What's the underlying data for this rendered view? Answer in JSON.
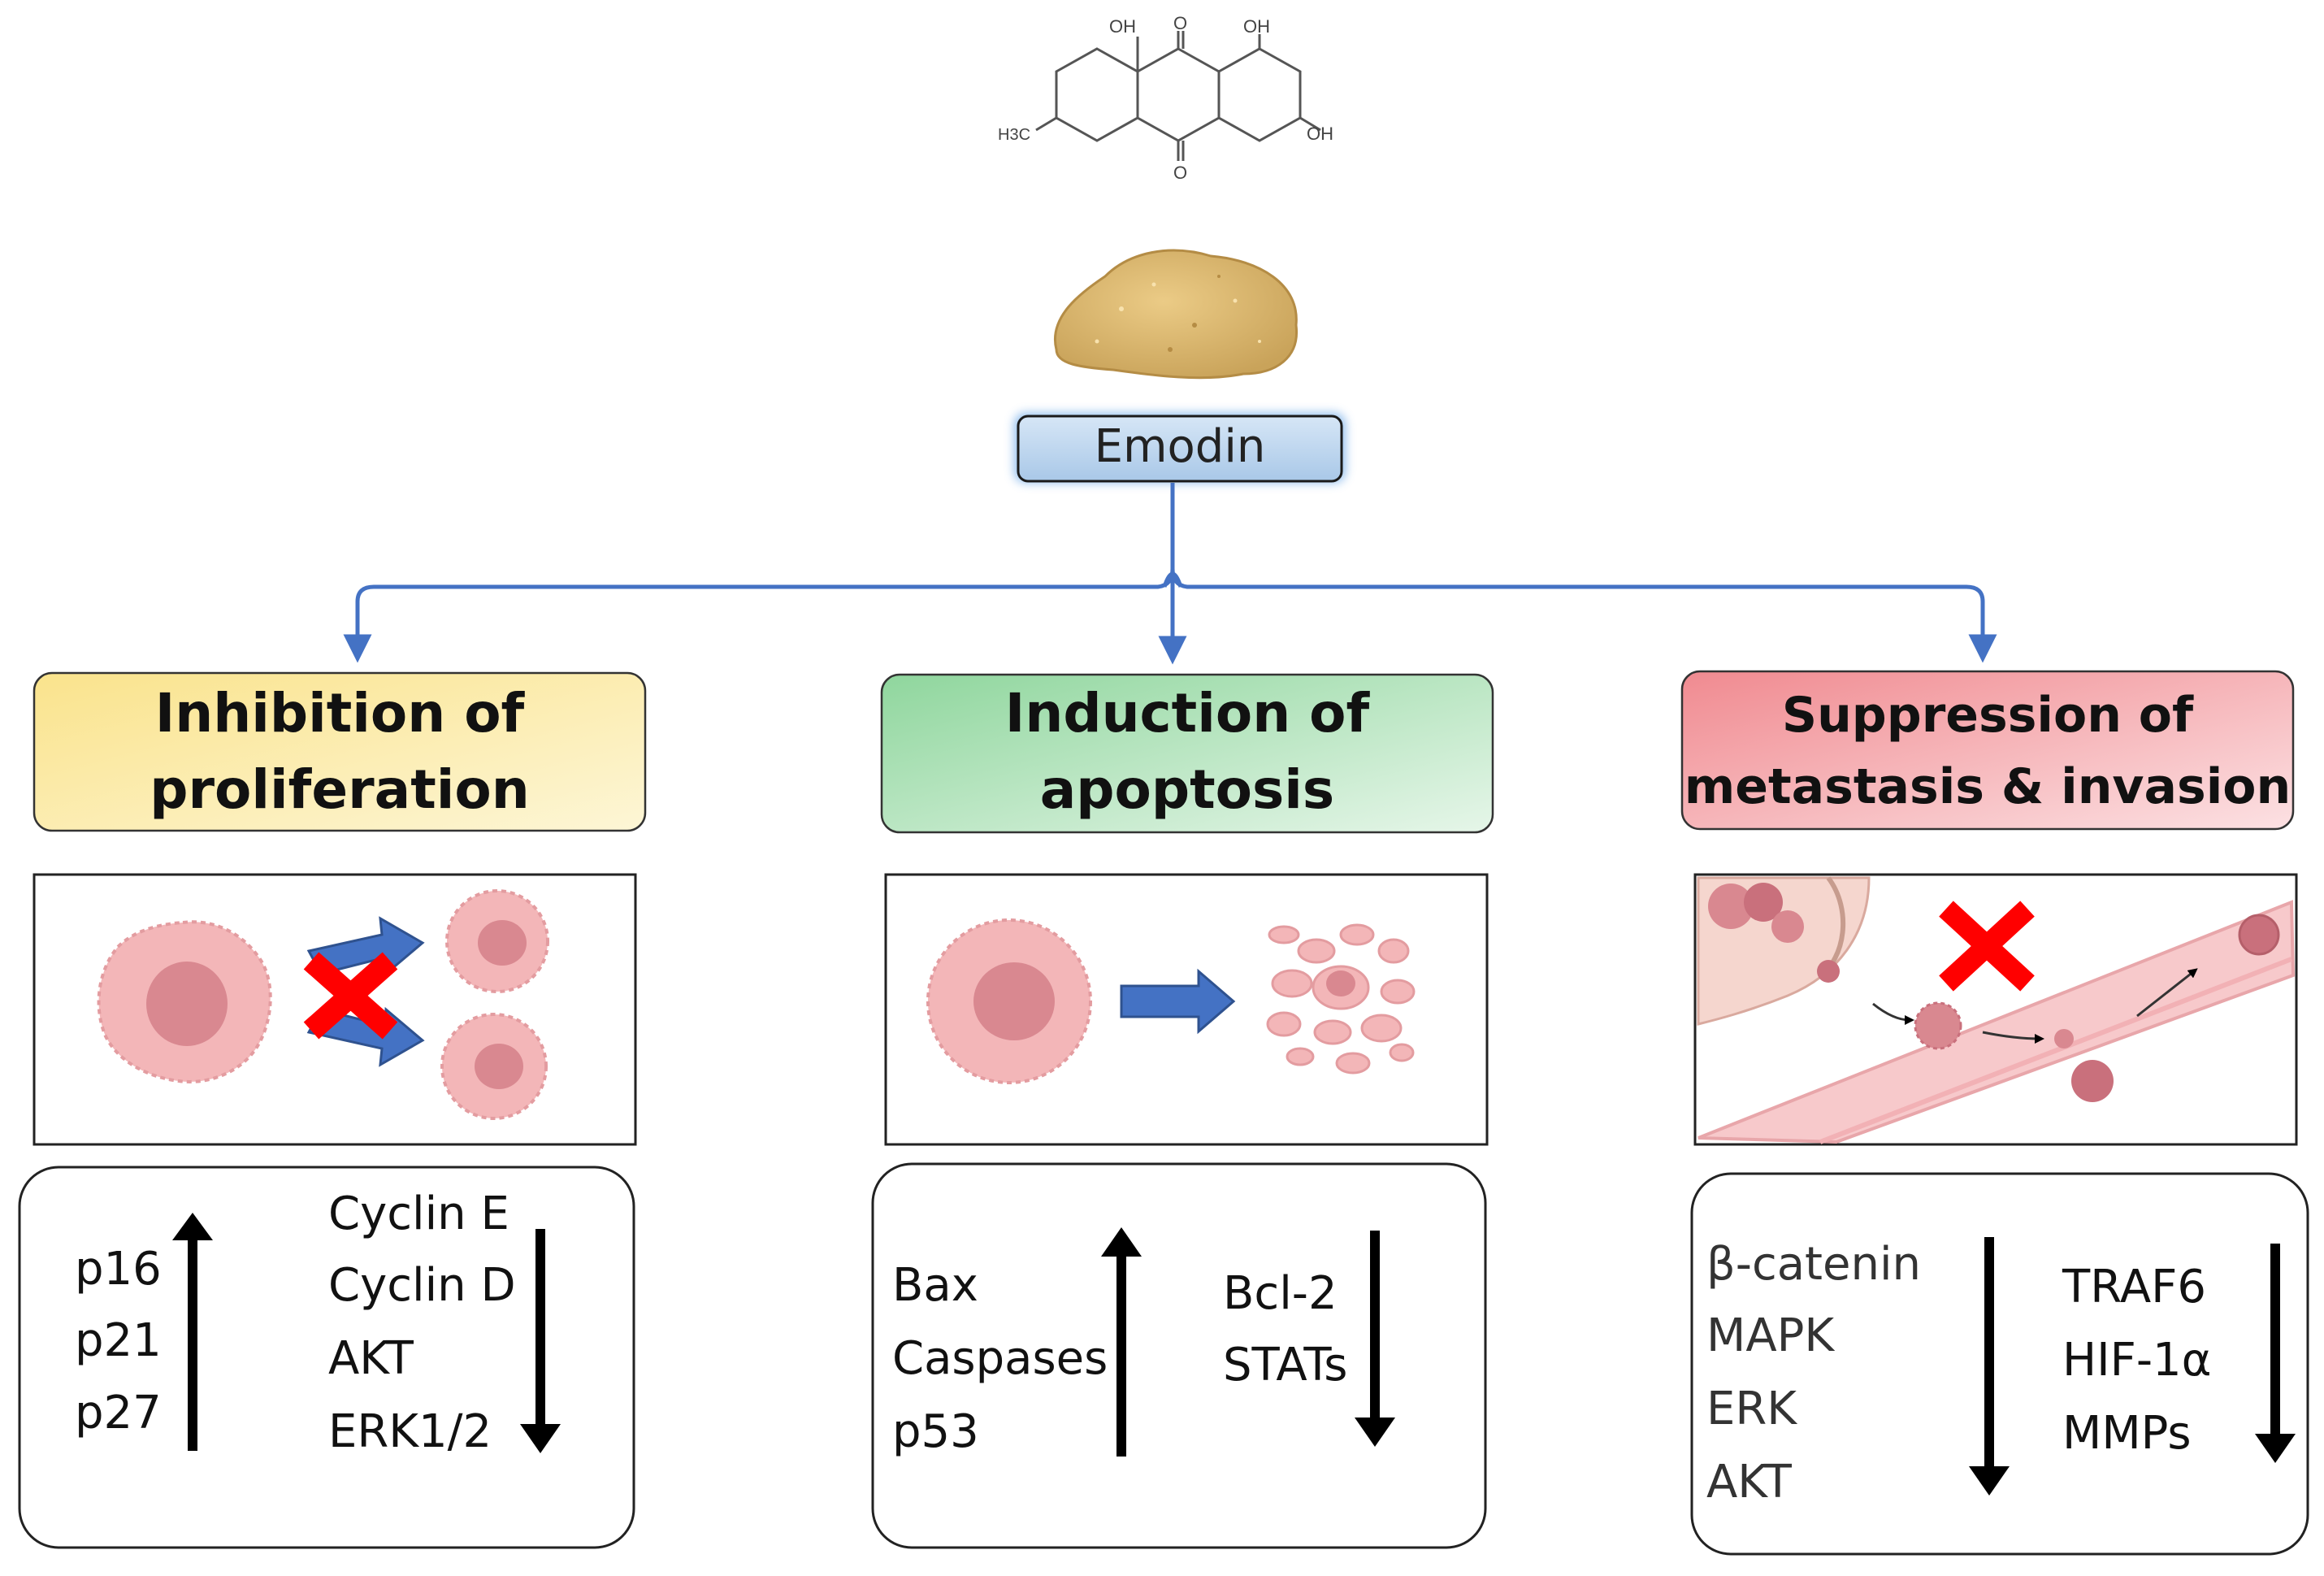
{
  "compound": {
    "name": "Emodin",
    "structure_labels": {
      "oh_top_left": "OH",
      "o_top": "O",
      "oh_top_right": "OH",
      "methyl": "H3C",
      "oh_right": "OH",
      "o_bottom": "O"
    }
  },
  "branches": [
    {
      "title_line1": "Inhibition of",
      "title_line2": "proliferation",
      "up": [
        "p16",
        "p21",
        "p27"
      ],
      "down": [
        "Cyclin E",
        "Cyclin D",
        "AKT",
        "ERK1/2"
      ]
    },
    {
      "title_line1": "Induction of",
      "title_line2": "apoptosis",
      "up": [
        "Bax",
        "Caspases",
        "p53"
      ],
      "down": [
        "Bcl-2",
        "STATs"
      ]
    },
    {
      "title_line1": "Suppression of",
      "title_line2": "metastasis & invasion",
      "down_a": [
        "β-catenin",
        "MAPK",
        "ERK",
        "AKT"
      ],
      "down_b": [
        "TRAF6",
        "HIF-1α",
        "MMPs"
      ]
    }
  ],
  "colors": {
    "connector": "#4472C4",
    "emodin_box": "#BDD7EE",
    "card1": "#FCEBA6",
    "card2": "#A9DFB2",
    "card3": "#F4A3A8",
    "cell": "#F3B6B8",
    "nucleus": "#D98890",
    "cross": "#FF0000",
    "arrow_blue": "#4472C4"
  }
}
